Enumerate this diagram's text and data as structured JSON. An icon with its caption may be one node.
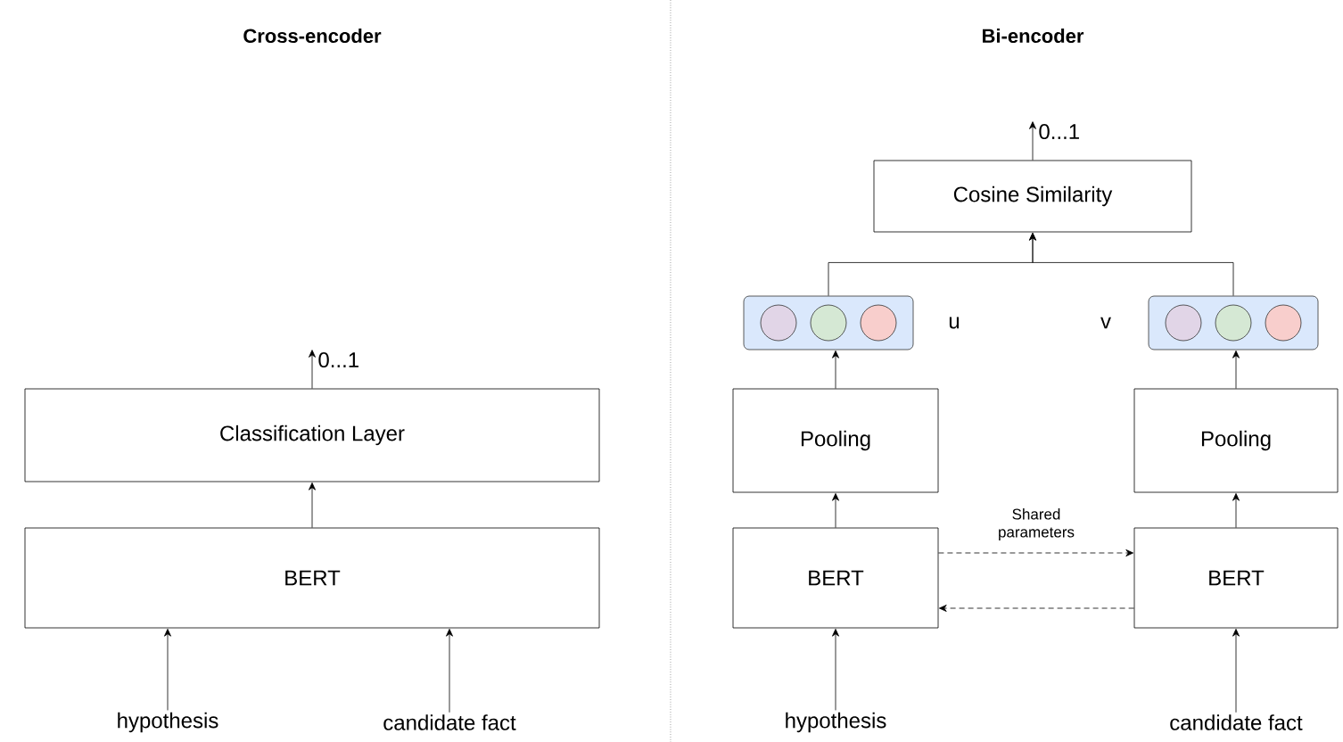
{
  "diagram": {
    "nodes": [
      {
        "text": [
          "Classification Layer"
        ]
      },
      {
        "text": [
          "BERT"
        ]
      },
      {
        "text": [
          "hypothesis"
        ]
      },
      {
        "text": [
          "candidate fact"
        ]
      },
      {
        "text": [
          "Cosine Similarity"
        ]
      },
      {
        "text": [],
        "shape": "box",
        "beside": [
          "u"
        ]
      },
      {
        "text": [],
        "shape": "box",
        "beside": [
          "v"
        ]
      },
      {
        "text": [
          "Pooling"
        ]
      },
      {
        "text": [
          "Pooling"
        ]
      },
      {
        "text": [
          "BERT"
        ]
      },
      {
        "text": [
          "BERT"
        ]
      },
      {
        "text": [
          "hypothesis"
        ]
      },
      {
        "text": [
          "candidate fact"
        ]
      }
    ],
    "edges": [
      {
        "from": 0,
        "to": null,
        "arrow": "to",
        "label": "0...1"
      },
      {
        "from": 1,
        "to": 0,
        "arrow": "to"
      },
      {
        "from": 2,
        "to": 1,
        "arrow": "to"
      },
      {
        "from": 3,
        "to": 1,
        "arrow": "to"
      },
      {
        "from": 4,
        "to": null,
        "arrow": "to",
        "label": "0...1"
      },
      {
        "from": 5,
        "to": 4,
        "arrow": "to"
      },
      {
        "from": 6,
        "to": 4,
        "arrow": "to"
      },
      {
        "from": 7,
        "to": 5,
        "arrow": "to"
      },
      {
        "from": 8,
        "to": 6,
        "arrow": "to"
      },
      {
        "from": 9,
        "to": 7,
        "arrow": "to"
      },
      {
        "from": 10,
        "to": 8,
        "arrow": "to"
      },
      {
        "from": 11,
        "to": 9,
        "arrow": "to"
      },
      {
        "from": 12,
        "to": 10,
        "arrow": "to"
      },
      {
        "from": 9,
        "to": 10,
        "arrow": "to",
        "style": "dashed",
        "label": "Shared parameters"
      },
      {
        "from": 10,
        "to": 9,
        "arrow": "to",
        "style": "dashed"
      }
    ],
    "labels": [
      "Cross-encoder",
      "Bi-encoder"
    ]
  }
}
